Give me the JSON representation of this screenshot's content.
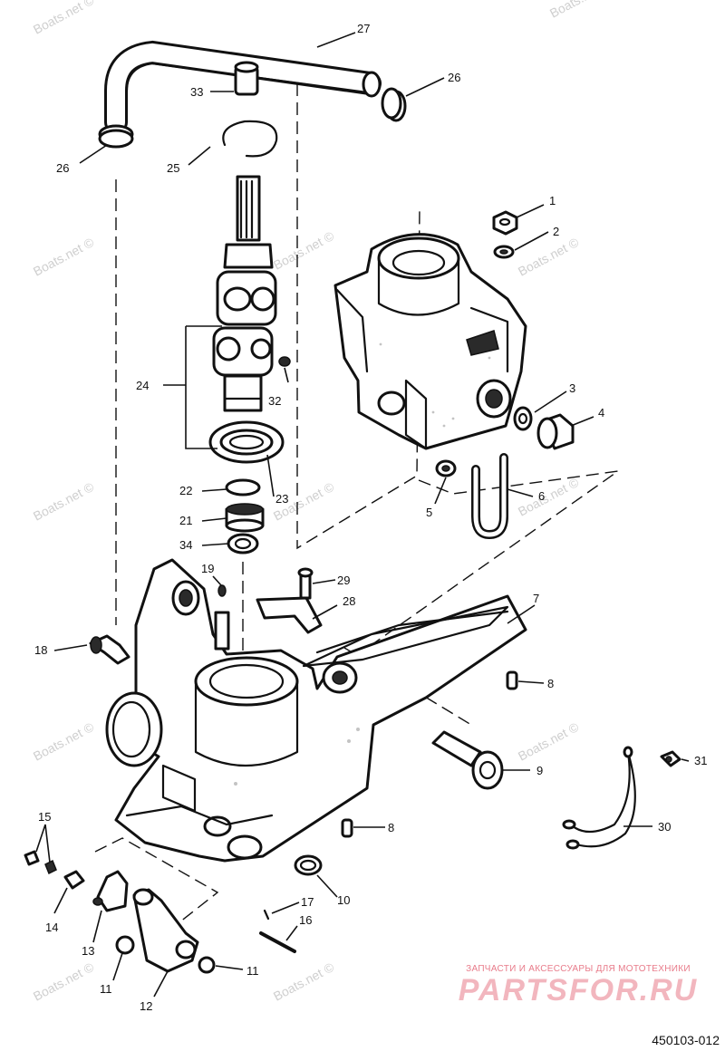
{
  "watermark_text": "Boats.net ©",
  "callouts": {
    "c1": "1",
    "c2": "2",
    "c3": "3",
    "c4": "4",
    "c5": "5",
    "c6": "6",
    "c7": "7",
    "c8a": "8",
    "c8b": "8",
    "c9": "9",
    "c10": "10",
    "c11a": "11",
    "c11b": "11",
    "c12": "12",
    "c13": "13",
    "c14": "14",
    "c15": "15",
    "c16": "16",
    "c17": "17",
    "c18": "18",
    "c19": "19",
    "c21": "21",
    "c22": "22",
    "c23": "23",
    "c24": "24",
    "c25": "25",
    "c26a": "26",
    "c26b": "26",
    "c27": "27",
    "c28": "28",
    "c29": "29",
    "c30": "30",
    "c31": "31",
    "c32": "32",
    "c33": "33",
    "c34": "34"
  },
  "brand": {
    "tagline": "ЗАПЧАСТИ И АКСЕССУАРЫ ДЛЯ МОТОТЕХНИКИ",
    "logo": "PARTSFOR.RU"
  },
  "document_number": "450103-012",
  "colors": {
    "ink": "#111111",
    "watermark": "#cfcfcf",
    "brand": "#f2b6be"
  }
}
